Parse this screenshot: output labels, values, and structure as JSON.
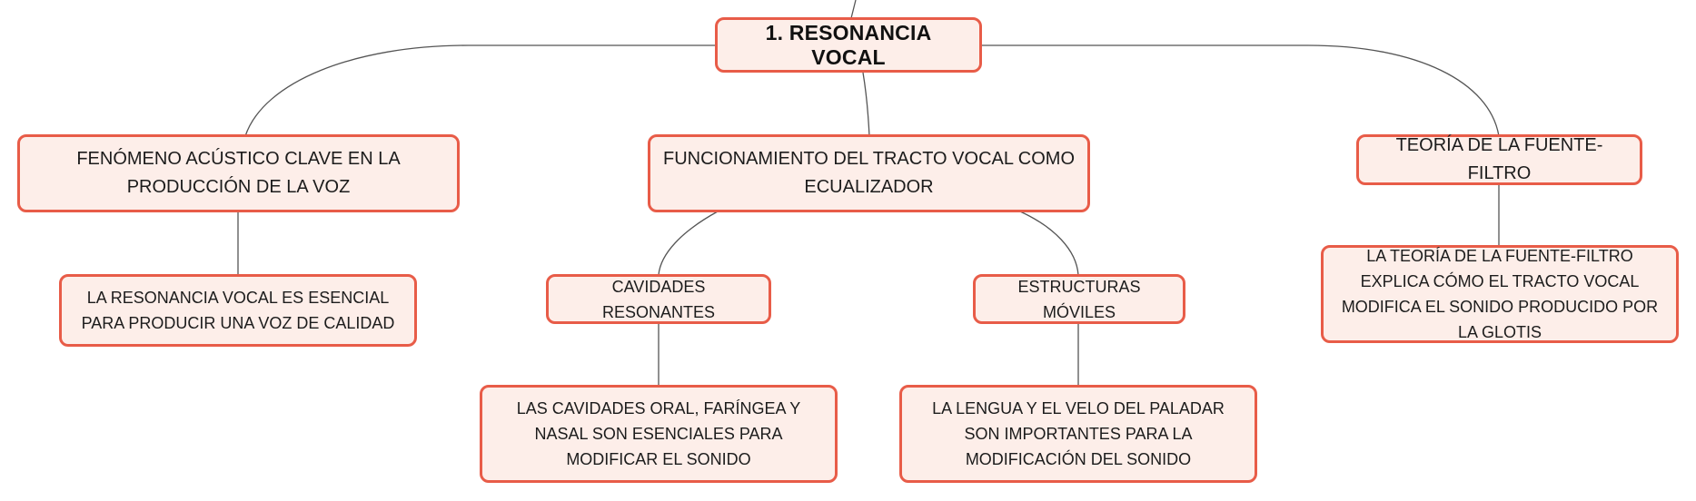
{
  "colors": {
    "node_border": "#e85c48",
    "node_fill": "#fdeee9",
    "connector": "#555555",
    "text": "#1c1c1c"
  },
  "root": {
    "label": "1. RESONANCIA VOCAL"
  },
  "branches": [
    {
      "label": "FENÓMENO ACÚSTICO CLAVE EN LA PRODUCCIÓN DE LA VOZ",
      "children": [
        {
          "label": "LA RESONANCIA VOCAL ES ESENCIAL PARA PRODUCIR UNA VOZ DE CALIDAD"
        }
      ]
    },
    {
      "label": "FUNCIONAMIENTO DEL TRACTO VOCAL COMO ECUALIZADOR",
      "children": [
        {
          "label": "CAVIDADES RESONANTES",
          "children": [
            {
              "label": "LAS CAVIDADES ORAL, FARÍNGEA Y NASAL SON ESENCIALES PARA MODIFICAR EL SONIDO"
            }
          ]
        },
        {
          "label": "ESTRUCTURAS MÓVILES",
          "children": [
            {
              "label": "LA LENGUA Y EL VELO DEL PALADAR SON IMPORTANTES PARA LA MODIFICACIÓN DEL SONIDO"
            }
          ]
        }
      ]
    },
    {
      "label": "TEORÍA DE LA FUENTE-FILTRO",
      "children": [
        {
          "label": "LA TEORÍA DE LA FUENTE-FILTRO EXPLICA CÓMO EL TRACTO VOCAL MODIFICA EL SONIDO PRODUCIDO POR LA GLOTIS"
        }
      ]
    }
  ]
}
